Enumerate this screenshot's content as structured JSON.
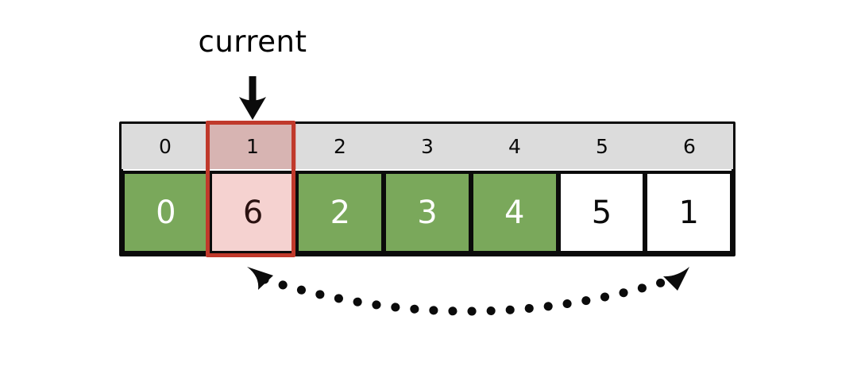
{
  "diagram": {
    "title": "selection-sort-swap-step",
    "pointer": {
      "label": "current",
      "points_to_index": 1,
      "icon": "down-arrow-icon"
    },
    "array": {
      "index_header": [
        "0",
        "1",
        "2",
        "3",
        "4",
        "5",
        "6"
      ],
      "values": [
        "0",
        "6",
        "2",
        "3",
        "4",
        "5",
        "1"
      ],
      "states": [
        "sorted",
        "current",
        "sorted",
        "sorted",
        "sorted",
        "unsorted",
        "unsorted"
      ]
    },
    "swap_arc": {
      "icon": "double-headed-dotted-arc-icon",
      "from_index": 1,
      "to_index": 6,
      "style": "dotted",
      "heads": "both"
    },
    "colors": {
      "sorted_fill": "#7aa85b",
      "unsorted_fill": "#ffffff",
      "current_fill": "#f5d2d0",
      "current_index_fill": "#d7b4b2",
      "highlight_border": "#c0392b",
      "index_row_fill": "#dcdcdc",
      "stroke": "#0b0b0b",
      "background": "#ffffff"
    }
  }
}
